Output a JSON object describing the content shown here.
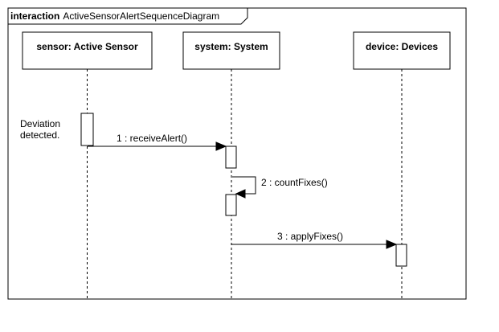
{
  "frame": {
    "keyword": "interaction",
    "name": "ActiveSensorAlertSequenceDiagram"
  },
  "lifelines": [
    {
      "id": "sensor",
      "label": "sensor: Active Sensor"
    },
    {
      "id": "system",
      "label": "system: System"
    },
    {
      "id": "device",
      "label": "device: Devices"
    }
  ],
  "note": {
    "line1": "Deviation",
    "line2": "detected."
  },
  "messages": [
    {
      "label": "1 : receiveAlert()",
      "from": "sensor",
      "to": "system"
    },
    {
      "label": "2 : countFixes()",
      "from": "system",
      "to": "system"
    },
    {
      "label": "3 : applyFixes()",
      "from": "system",
      "to": "device"
    }
  ]
}
